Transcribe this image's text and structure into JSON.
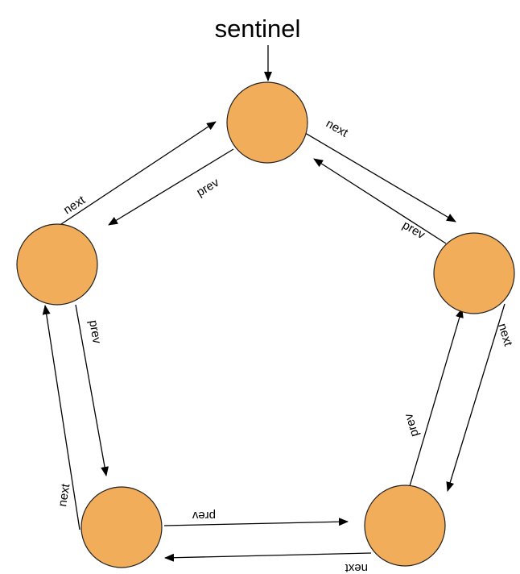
{
  "diagram": {
    "title": "sentinel",
    "node_color": "#F2AD5A",
    "edge_color": "#000000",
    "labels": {
      "n0_n1_next": "next",
      "n1_n0_prev": "prev",
      "n1_n2_next": "next",
      "n2_n1_prev": "prev",
      "n2_n3_next": "next",
      "n3_n2_prev": "prev",
      "n3_n4_next": "next",
      "n4_n3_prev": "prev",
      "n4_n0_next": "next",
      "n0_n4_prev": "prev"
    }
  }
}
